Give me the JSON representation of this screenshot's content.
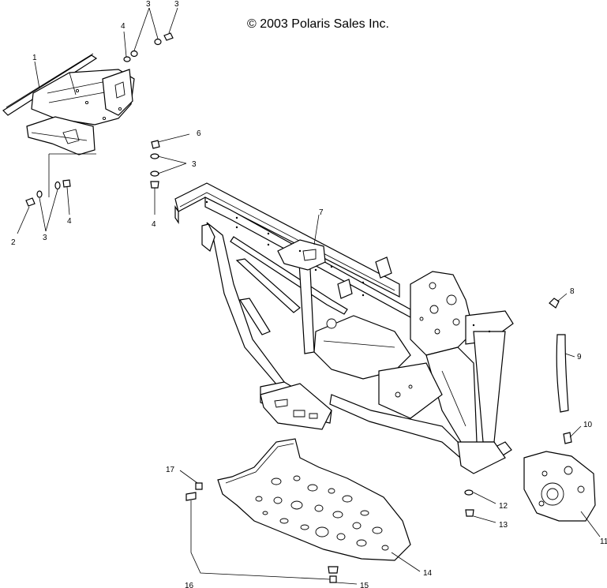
{
  "copyright": "© 2003 Polaris Sales Inc.",
  "callouts": {
    "c1": "1",
    "c2": "2",
    "c3a": "3",
    "c3b": "3",
    "c3c": "3",
    "c3d": "3",
    "c4a": "4",
    "c4b": "4",
    "c4c": "4",
    "c6": "6",
    "c7": "7",
    "c8": "8",
    "c9": "9",
    "c10": "10",
    "c11": "11",
    "c12": "12",
    "c13": "13",
    "c14": "14",
    "c15": "15",
    "c16": "16",
    "c17": "17"
  }
}
